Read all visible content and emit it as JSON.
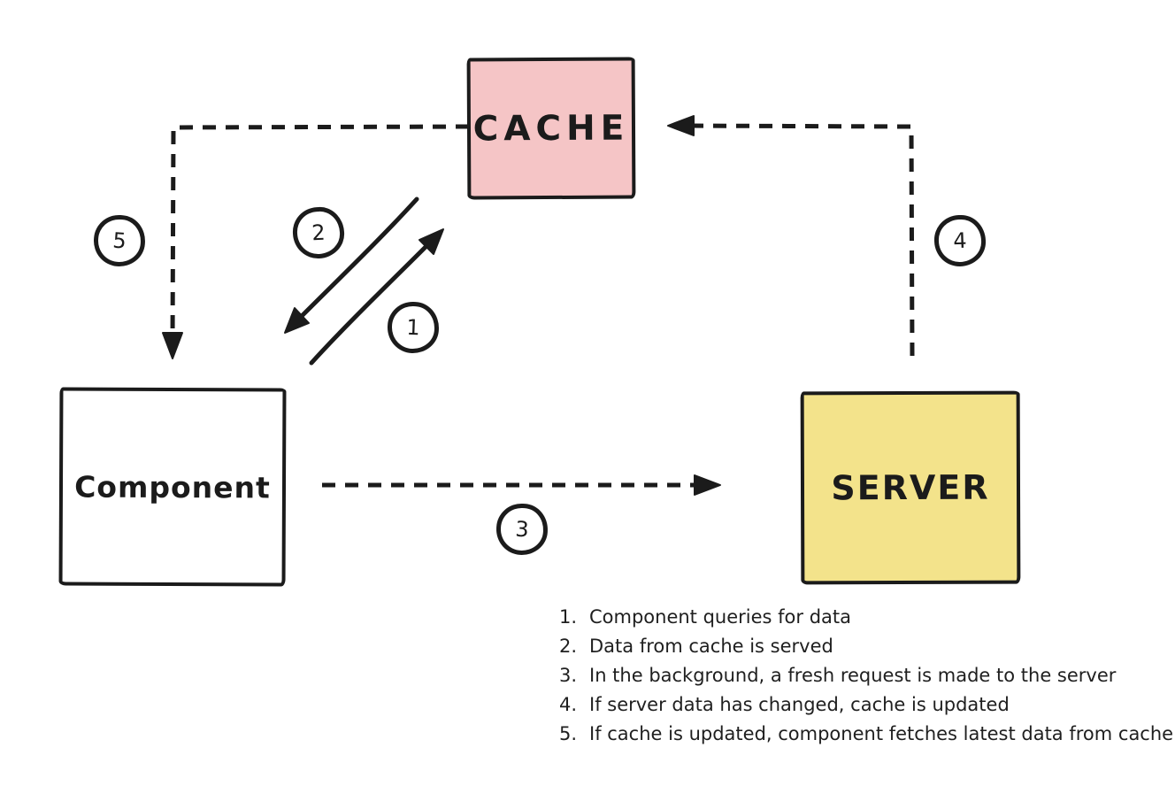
{
  "canvas": {
    "background": "#ffffff",
    "stroke_color": "#1b1b1b"
  },
  "nodes": {
    "cache": {
      "label": "CACHE",
      "fill": "#f5c5c6"
    },
    "component": {
      "label": "Component",
      "fill": "#ffffff"
    },
    "server": {
      "label": "SERVER",
      "fill": "#f3e38b"
    }
  },
  "steps": [
    {
      "num": "1",
      "legend_num": "1.",
      "text": "Component queries for data"
    },
    {
      "num": "2",
      "legend_num": "2.",
      "text": "Data from cache is served"
    },
    {
      "num": "3",
      "legend_num": "3.",
      "text": "In the background, a fresh request is made to the server"
    },
    {
      "num": "4",
      "legend_num": "4.",
      "text": "If server data has changed, cache is updated"
    },
    {
      "num": "5",
      "legend_num": "5.",
      "text": "If cache is updated, component fetches latest data from cache"
    }
  ],
  "edges": [
    {
      "step": "1",
      "from": "Component",
      "to": "Cache",
      "style": "solid"
    },
    {
      "step": "2",
      "from": "Cache",
      "to": "Component",
      "style": "solid"
    },
    {
      "step": "3",
      "from": "Component",
      "to": "Server",
      "style": "dashed"
    },
    {
      "step": "4",
      "from": "Server",
      "to": "Cache",
      "style": "dashed"
    },
    {
      "step": "5",
      "from": "Cache",
      "to": "Component",
      "style": "dashed"
    }
  ]
}
